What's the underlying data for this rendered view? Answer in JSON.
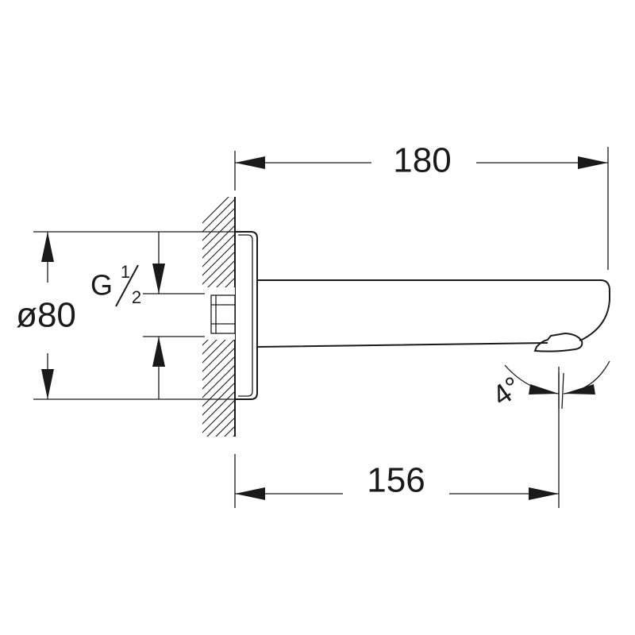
{
  "dimensions": {
    "total_length": "180",
    "reach": "156",
    "flange_diameter": "ø80",
    "thread_prefix": "G",
    "thread_num": "1",
    "thread_den": "2",
    "angle": "4°"
  }
}
